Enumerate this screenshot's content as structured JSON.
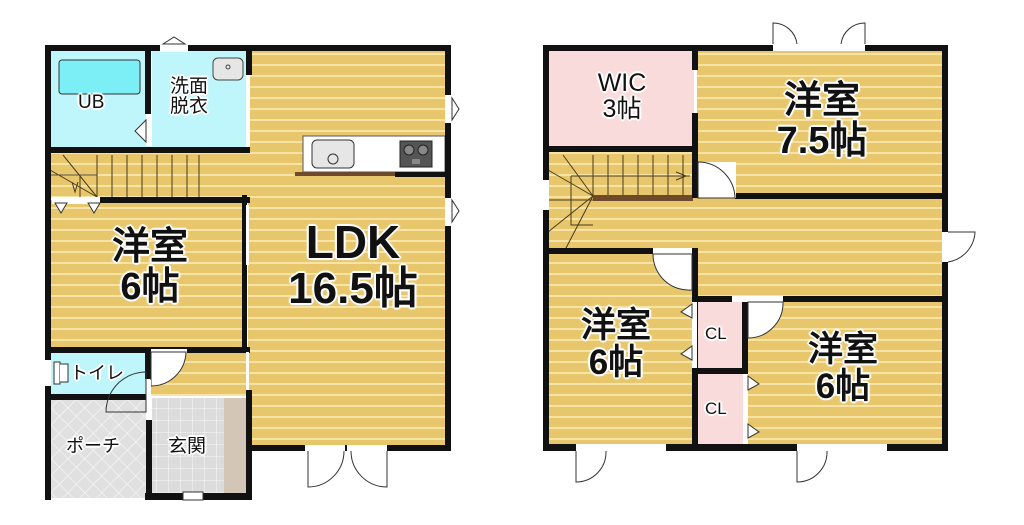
{
  "floor1": {
    "rooms": [
      {
        "id": "ub",
        "name": "UB"
      },
      {
        "id": "washroom",
        "name": "洗面",
        "name2": "脱衣"
      },
      {
        "id": "ldk",
        "name": "LDK",
        "size": "16.5帖"
      },
      {
        "id": "western-1f",
        "name": "洋室",
        "size": "6帖"
      },
      {
        "id": "toilet",
        "name": "トイレ"
      },
      {
        "id": "porch",
        "name": "ポーチ"
      },
      {
        "id": "entrance",
        "name": "玄関"
      }
    ]
  },
  "floor2": {
    "rooms": [
      {
        "id": "wic",
        "name": "WIC",
        "size": "3帖"
      },
      {
        "id": "western-a",
        "name": "洋室",
        "size": "7.5帖"
      },
      {
        "id": "western-b",
        "name": "洋室",
        "size": "6帖"
      },
      {
        "id": "western-c",
        "name": "洋室",
        "size": "6帖"
      },
      {
        "id": "cl-1",
        "name": "CL"
      },
      {
        "id": "cl-2",
        "name": "CL"
      }
    ]
  },
  "colors": {
    "wood": "#e8c76c",
    "wood_stripe": "#f6e3a6",
    "wet_area": "#bff6fb",
    "closet": "#fadbdb",
    "tile": "#e3e3e3",
    "wall": "#111111"
  }
}
